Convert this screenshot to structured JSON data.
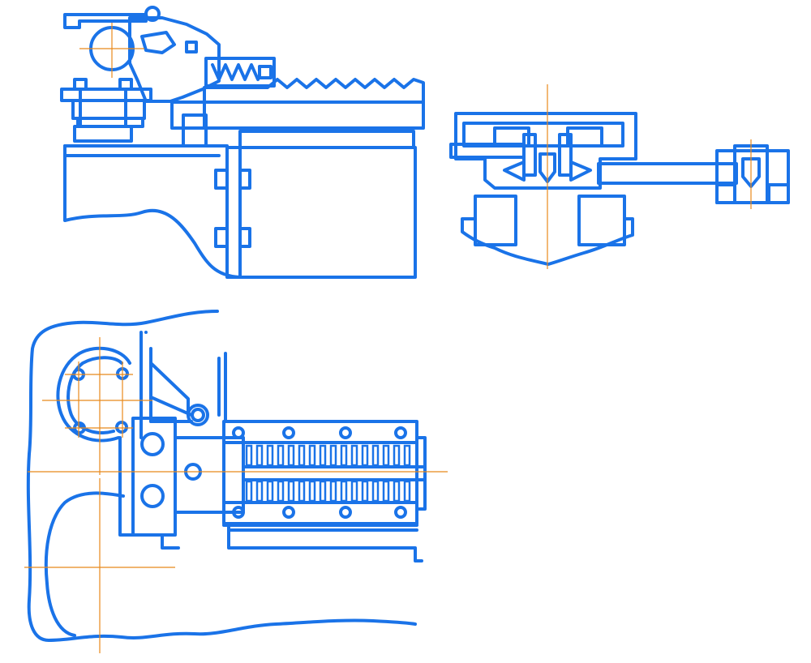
{
  "drawing": {
    "colors": {
      "outline": "#1a73e8",
      "centerline": "#e8891a",
      "hatch": "#1f3f8a",
      "background": "#ffffff"
    },
    "views": [
      {
        "id": "top-left-section",
        "kind": "sectional elevation"
      },
      {
        "id": "top-right-section",
        "kind": "cross-section"
      },
      {
        "id": "bottom-left-plan",
        "kind": "plan view"
      }
    ]
  }
}
